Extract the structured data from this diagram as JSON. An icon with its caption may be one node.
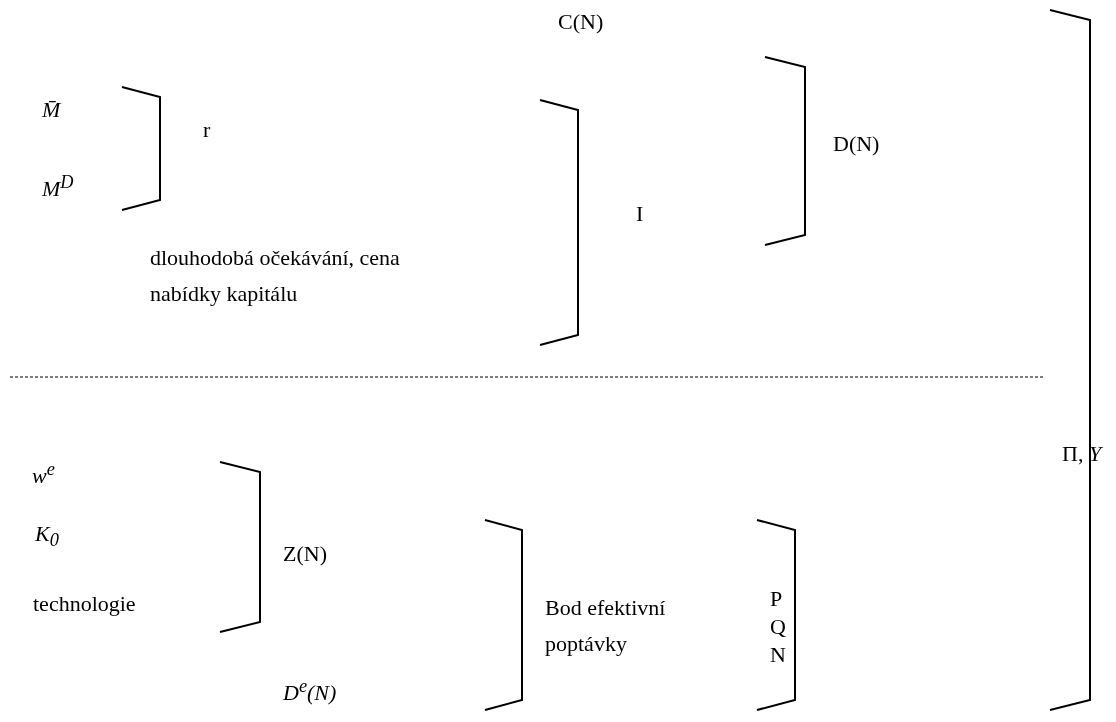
{
  "diagram": {
    "labels": [
      "C(N)",
      "M̄",
      "r",
      "D(N)",
      "M$^{D}$",
      "I",
      "dlouhodobá očekávání, cena nabídky kapitálu",
      "Π, *Y*",
      "w$^{e}$",
      "K$_{0}$",
      "technologie",
      "Z(N)",
      "Bod efektivní poptávky",
      "P",
      "Q",
      "N",
      "D$^{e}$(N)"
    ]
  }
}
